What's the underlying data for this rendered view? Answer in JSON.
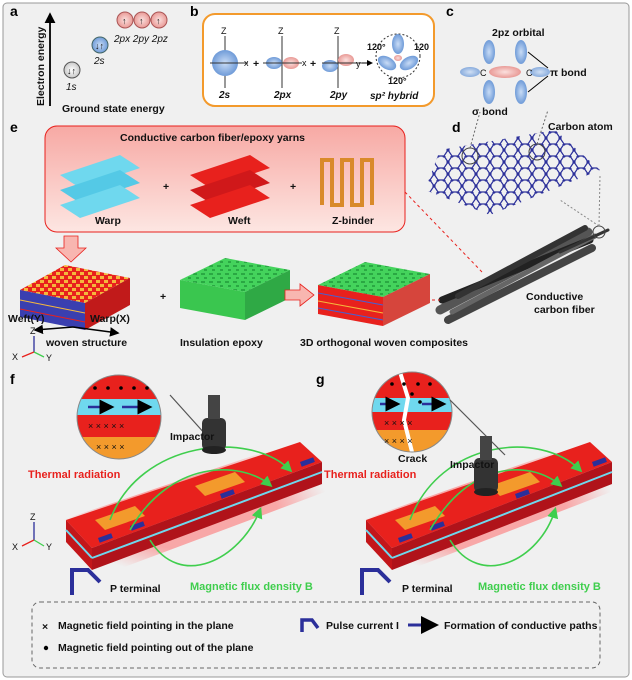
{
  "panels": {
    "a": "a",
    "b": "b",
    "c": "c",
    "d": "d",
    "e": "e",
    "f": "f",
    "g": "g"
  },
  "a": {
    "y_axis": "Electron energy",
    "s1": "1s",
    "s2": "2s",
    "p": "2px 2py 2pz",
    "bottom": "Ground state energy"
  },
  "b": {
    "z": "Z",
    "x": "x",
    "y": "y",
    "o1": "2s",
    "o2": "2px",
    "o3": "2py",
    "angle": "120°",
    "angle2": "120",
    "hybrid": "sp² hybrid"
  },
  "c": {
    "orbital": "2pz orbital",
    "pi": "π bond",
    "sigma": "σ bond",
    "c": "C"
  },
  "d": {
    "atom": "Carbon atom"
  },
  "e": {
    "title": "Conductive carbon fiber/epoxy yarns",
    "warp": "Warp",
    "weft": "Weft",
    "zbinder": "Z-binder",
    "weft_y": "Weft(Y)",
    "warp_x": "Warp(X)",
    "woven": "woven structure",
    "insulation": "Insulation epoxy",
    "composite": "3D orthogonal woven composites",
    "fiber": "Conductive carbon fiber"
  },
  "axes": {
    "x": "X",
    "y": "Y",
    "z": "Z"
  },
  "f": {
    "thermal": "Thermal radiation",
    "impactor": "Impactor",
    "terminal": "P terminal",
    "flux": "Magnetic flux density B"
  },
  "g": {
    "thermal": "Thermal radiation",
    "impactor": "Impactor",
    "crack": "Crack",
    "terminal": "P terminal",
    "flux": "Magnetic flux density B"
  },
  "legend": {
    "into": "Magnetic field pointing in the plane",
    "pulse": "Pulse current I",
    "paths": "Formation of conductive paths",
    "out": "Magnetic field pointing out of the  plane"
  },
  "colors": {
    "outer_bg": "#f0f0f0",
    "red": "#e8211d",
    "green": "#3fce4d",
    "orange": "#f39a2c",
    "navy": "#2b2f9a",
    "cyan": "#6fd8ee"
  }
}
